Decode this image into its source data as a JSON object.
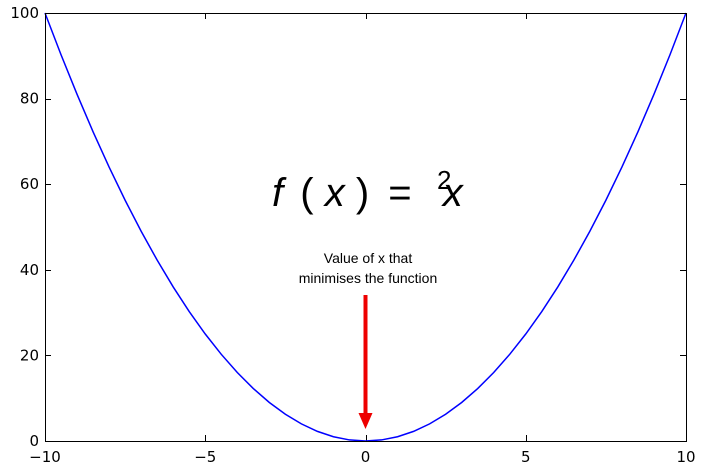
{
  "chart_data": {
    "type": "line",
    "series": [
      {
        "color": "#0000ff",
        "x": [
          -10,
          -9.5,
          -9,
          -8.5,
          -8,
          -7.5,
          -7,
          -6.5,
          -6,
          -5.5,
          -5,
          -4.5,
          -4,
          -3.5,
          -3,
          -2.5,
          -2,
          -1.5,
          -1,
          -0.5,
          0,
          0.5,
          1,
          1.5,
          2,
          2.5,
          3,
          3.5,
          4,
          4.5,
          5,
          5.5,
          6,
          6.5,
          7,
          7.5,
          8,
          8.5,
          9,
          9.5,
          10
        ],
        "y": [
          100,
          90.25,
          81,
          72.25,
          64,
          56.25,
          49,
          42.25,
          36,
          30.25,
          25,
          20.25,
          16,
          12.25,
          9,
          6.25,
          4,
          2.25,
          1,
          0.25,
          0,
          0.25,
          1,
          2.25,
          4,
          6.25,
          9,
          12.25,
          16,
          20.25,
          25,
          30.25,
          36,
          42.25,
          49,
          56.25,
          64,
          72.25,
          81,
          90.25,
          100
        ]
      }
    ],
    "xlim": [
      -10,
      10
    ],
    "ylim": [
      0,
      100
    ],
    "x_ticks": [
      -10,
      -5,
      0,
      5,
      10
    ],
    "y_ticks": [
      0,
      20,
      40,
      60,
      80,
      100
    ],
    "x_tick_labels": [
      "−10",
      "−5",
      "0",
      "5",
      "10"
    ],
    "y_tick_labels": [
      "0",
      "20",
      "40",
      "60",
      "80",
      "100"
    ],
    "grid": false,
    "formula": {
      "f": "f",
      "open_paren": "(",
      "x": "x",
      "close_paren": ")",
      "equals": "=",
      "base": "x",
      "exponent": "2"
    },
    "annotation": {
      "lines": [
        "Value of x that",
        "minimises the function"
      ],
      "points_to": {
        "x": 0,
        "y": 0
      },
      "arrow_color": "#ee0000"
    }
  }
}
